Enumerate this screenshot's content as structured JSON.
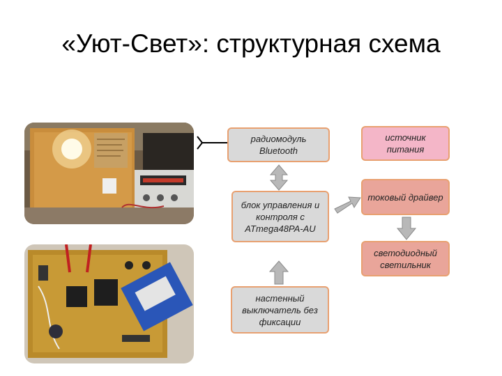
{
  "title": "«Уют-Свет»: структурная схема",
  "blocks": {
    "bluetooth": "радиомодуль Bluetooth",
    "control": "блок управления и контроля с ATmega48PA-AU",
    "switch": "настенный выключатель без фиксации",
    "power": "источник питания",
    "driver": "токовый драйвер",
    "led": "светодиодный светильник"
  },
  "colors": {
    "gray_block": "#d9d9d9",
    "pink_block": "#f4b6c8",
    "salmon_block": "#e9a59a",
    "block_border": "#e8a070",
    "arrow_fill": "#b8b8b8"
  }
}
